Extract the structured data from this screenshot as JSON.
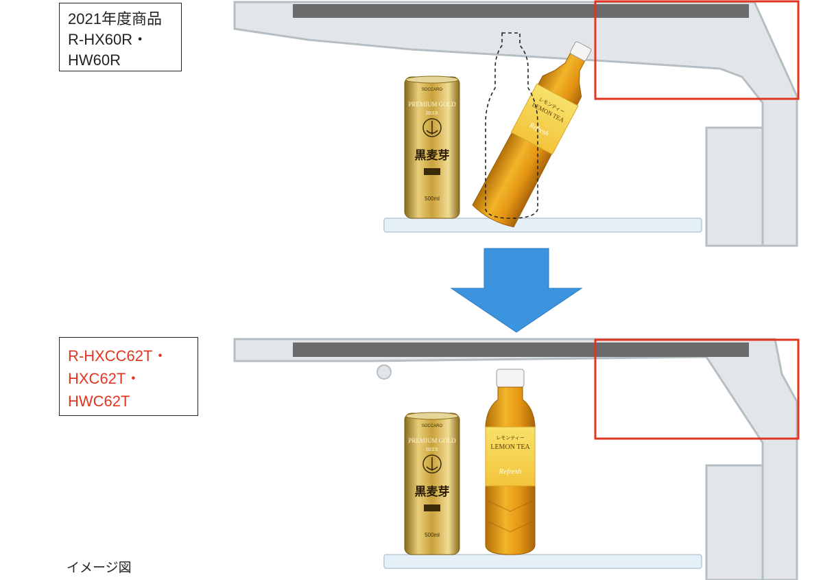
{
  "labels": {
    "old": {
      "line1": "2021年度商品",
      "line2": "R-HX60R・",
      "line3": "HW60R"
    },
    "new": {
      "line1": "R-HXCC62T・",
      "line2": "HXC62T・",
      "line3": "HWC62T"
    }
  },
  "caption": "イメージ図",
  "can": {
    "brand": "SOCCARO",
    "line1": "PREMIUM GOLD",
    "line2": "BEER",
    "product": "黒麦芽",
    "volume": "500ml"
  },
  "bottle": {
    "jp": "レモンティー",
    "en": "LEMON TEA",
    "sub": "Refresh"
  },
  "colors": {
    "highlight": "#e0361f",
    "arrow": "#3c93de",
    "door": "#e3e6e8",
    "door_outline": "#b5bec3",
    "rail": "#6b6b6b",
    "shelf": "#e6f0f8",
    "can_gold": "#c9a13a",
    "tea": "#e0a21a"
  }
}
